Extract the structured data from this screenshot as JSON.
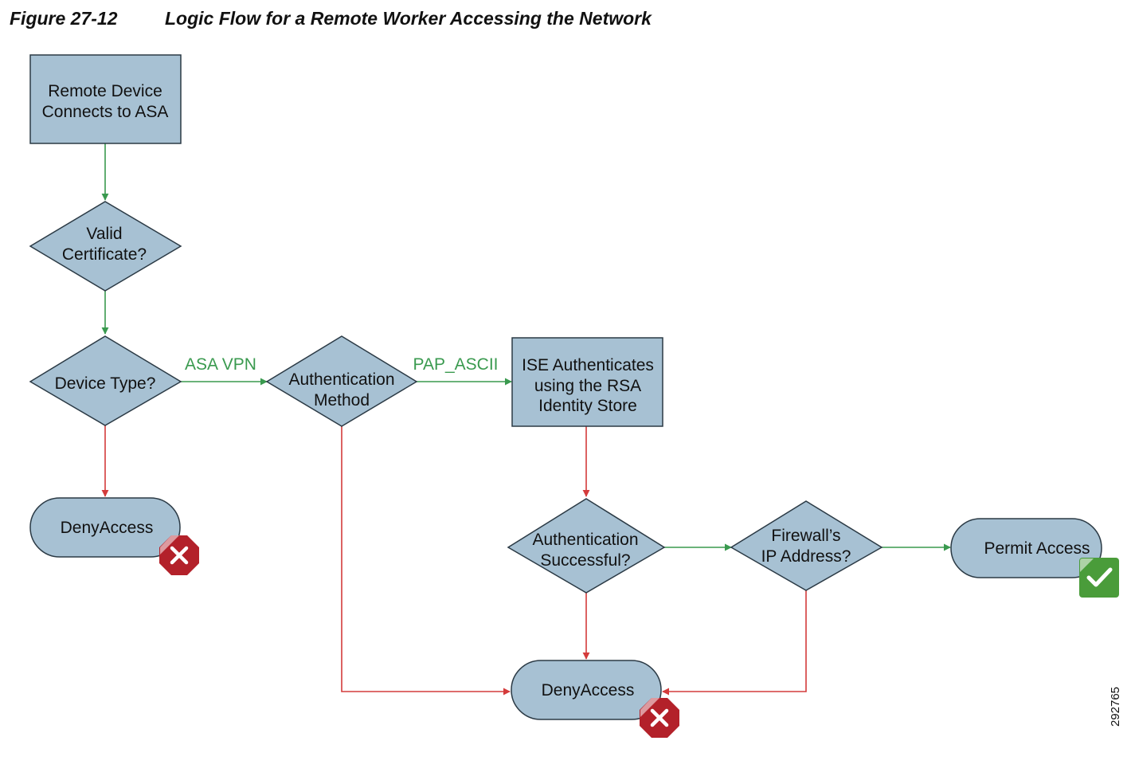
{
  "figure": {
    "number": "Figure 27-12",
    "title": "Logic Flow for a Remote Worker Accessing the Network",
    "id_number": "292765"
  },
  "colors": {
    "node_fill": "#a7c1d3",
    "node_stroke": "#2b3a45",
    "yes_edge": "#3a9a4f",
    "no_edge": "#d43b3b",
    "deny_badge": "#b3212a",
    "permit_badge": "#4a9c3a"
  },
  "nodes": {
    "remote_device": {
      "line1": "Remote Device",
      "line2": "Connects to ASA"
    },
    "valid_certificate": {
      "line1": "Valid",
      "line2": "Certificate?"
    },
    "device_type": {
      "line1": "Device Type?"
    },
    "auth_method": {
      "line1": "Authentication",
      "line2": "Method"
    },
    "ise_authenticates": {
      "line1": "ISE Authenticates",
      "line2": "using the RSA",
      "line3": "Identity Store"
    },
    "deny_access_1": {
      "line1": "DenyAccess",
      "icon": "deny-x-icon"
    },
    "auth_successful": {
      "line1": "Authentication",
      "line2": "Successful?"
    },
    "firewall_ip": {
      "line1": "Firewall’s",
      "line2": "IP Address?"
    },
    "permit_access": {
      "line1": "Permit Access",
      "icon": "checkmark-icon"
    },
    "deny_access_2": {
      "line1": "DenyAccess",
      "icon": "deny-x-icon"
    }
  },
  "edge_labels": {
    "asa_vpn": "ASA VPN",
    "pap_ascii": "PAP_ASCII"
  }
}
